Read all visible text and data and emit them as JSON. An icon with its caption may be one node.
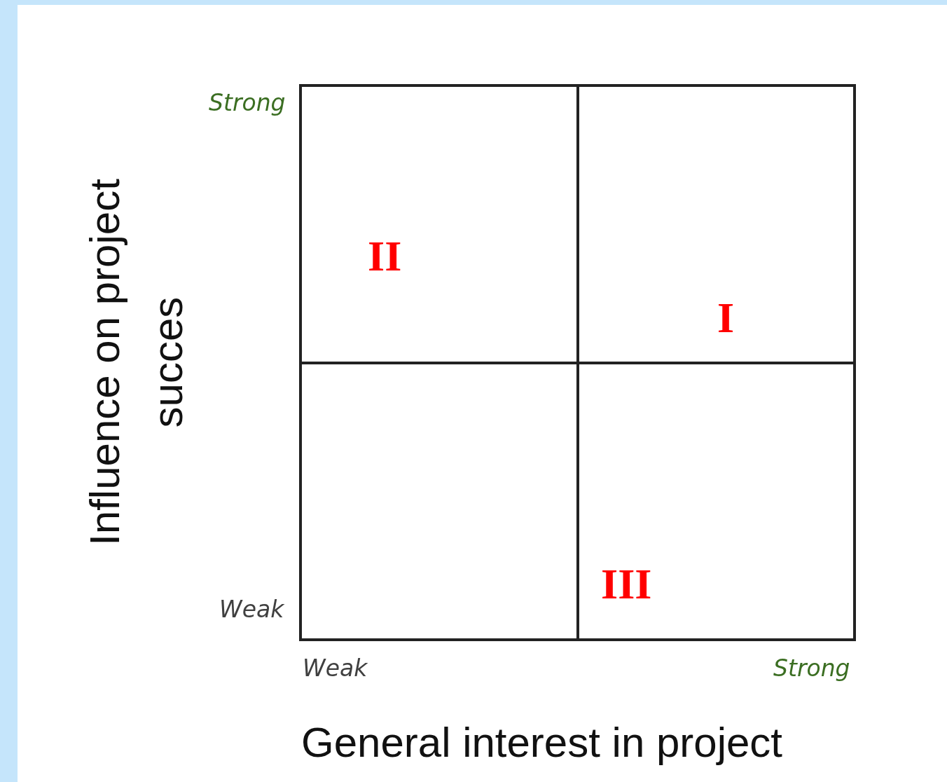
{
  "diagram": {
    "nodes": [
      {
        "text": [
          "II"
        ]
      },
      {
        "text": [
          "I"
        ]
      },
      {
        "text": [],
        "shape": "box"
      },
      {
        "text": [
          "III"
        ]
      }
    ],
    "labels": [
      "Strong",
      "Weak",
      "Weak",
      "Strong",
      "Influence on project succes",
      "General interest in project"
    ]
  }
}
